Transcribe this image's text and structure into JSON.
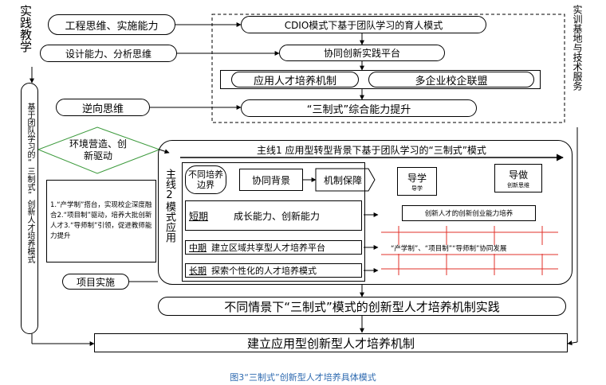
{
  "left_column": {
    "title": "实践教学",
    "vertical_label": "基于团队学习的“三制式”创新人才培养模式"
  },
  "right_column": {
    "title": "实训基地与技术服务"
  },
  "left_inputs": {
    "engineering": "工程思维、实施能力",
    "design": "设计能力、分析思维",
    "reverse": "逆向思维",
    "environment": "环境营造、创新驱动",
    "list": "1.“产学制”搭台，实现校企深度融合2.“项目制”驱动，培养大批创新人才3.“导师制”引领，促进教师能力提升",
    "project": "项目实施"
  },
  "top_block": {
    "cdio": "CDIO模式下基于团队学习的育人模式",
    "collab_platform": "协同创新实践平台",
    "applied_mech": "应用人才培养机制",
    "alliance": "多企业校企联盟",
    "three_system": "“三制式”综合能力提升"
  },
  "main_block": {
    "mainline1": "主线1  应用型转型背景下基于团队学习的“三制式”模式",
    "mainline2": "主线2模式应用",
    "boundary": "不同培养边界",
    "coop_bg": "协同背景",
    "mech_guarantee": "机制保障",
    "guide_title": "导学",
    "guide_sub": "导学",
    "lead_title": "导做",
    "lead_sub": "创新思维",
    "short_term_label": "短期",
    "short_term_text": "成长能力、创新能力",
    "mid_term_label": "中期",
    "mid_term_text": "建立区域共享型人才培养平台",
    "long_term_label": "长期",
    "long_term_text": "探索个性化的人才培养模式",
    "entre_ability": "创新人才的创新创业能力培养",
    "three_coop": "“产学制”、“项目制”“导师制”协同发展"
  },
  "bottom": {
    "practice": "不同情景下“三制式”模式的创新型人才培养机制实践",
    "mechanism": "建立应用型创新型人才培养机制"
  },
  "caption": "图3“三制式”创新型人才培养具体模式"
}
